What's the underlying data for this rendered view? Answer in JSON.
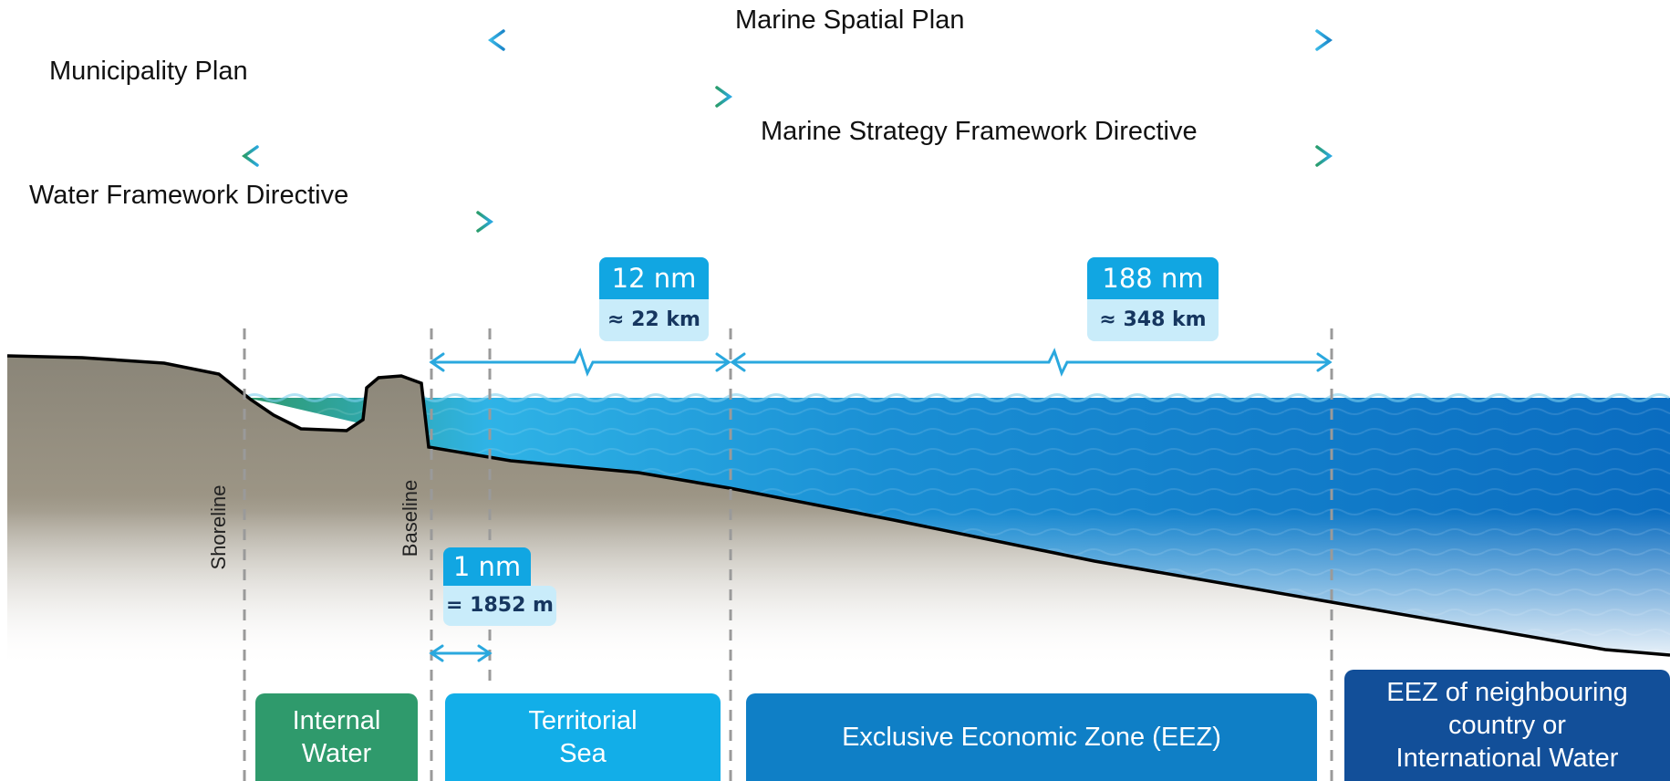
{
  "plans": [
    {
      "id": "marine-spatial-plan",
      "label": "Marine Spatial Plan"
    },
    {
      "id": "municipality-plan",
      "label": "Municipality Plan"
    },
    {
      "id": "marine-strategy-framework-directive",
      "label": "Marine Strategy Framework Directive"
    },
    {
      "id": "water-framework-directive",
      "label": "Water Framework Directive"
    }
  ],
  "boundaries": {
    "shoreline": "Shoreline",
    "baseline": "Baseline"
  },
  "distances": {
    "one_nm": {
      "value": "1 nm",
      "equivalent": "= 1852 m"
    },
    "twelve_nm": {
      "value": "12 nm",
      "equivalent": "≈ 22 km"
    },
    "one_eighty_eight_nm": {
      "value": "188 nm",
      "equivalent": "≈ 348 km"
    }
  },
  "zones": {
    "internal_water": "Internal\nWater",
    "territorial_sea": "Territorial\nSea",
    "eez": "Exclusive Economic Zone (EEZ)",
    "neighbour": "EEZ of neighbouring\ncountry or\nInternational Water"
  },
  "colors": {
    "arrow_green": "#2a9d6c",
    "arrow_blue": "#2aa8de",
    "internal_water": "#2f9a6c",
    "territorial_sea": "#12aee8",
    "eez": "#0f7fc6",
    "neighbour": "#124f99",
    "sea_light": "#2fb3e6",
    "sea_dark": "#0b73c2"
  }
}
